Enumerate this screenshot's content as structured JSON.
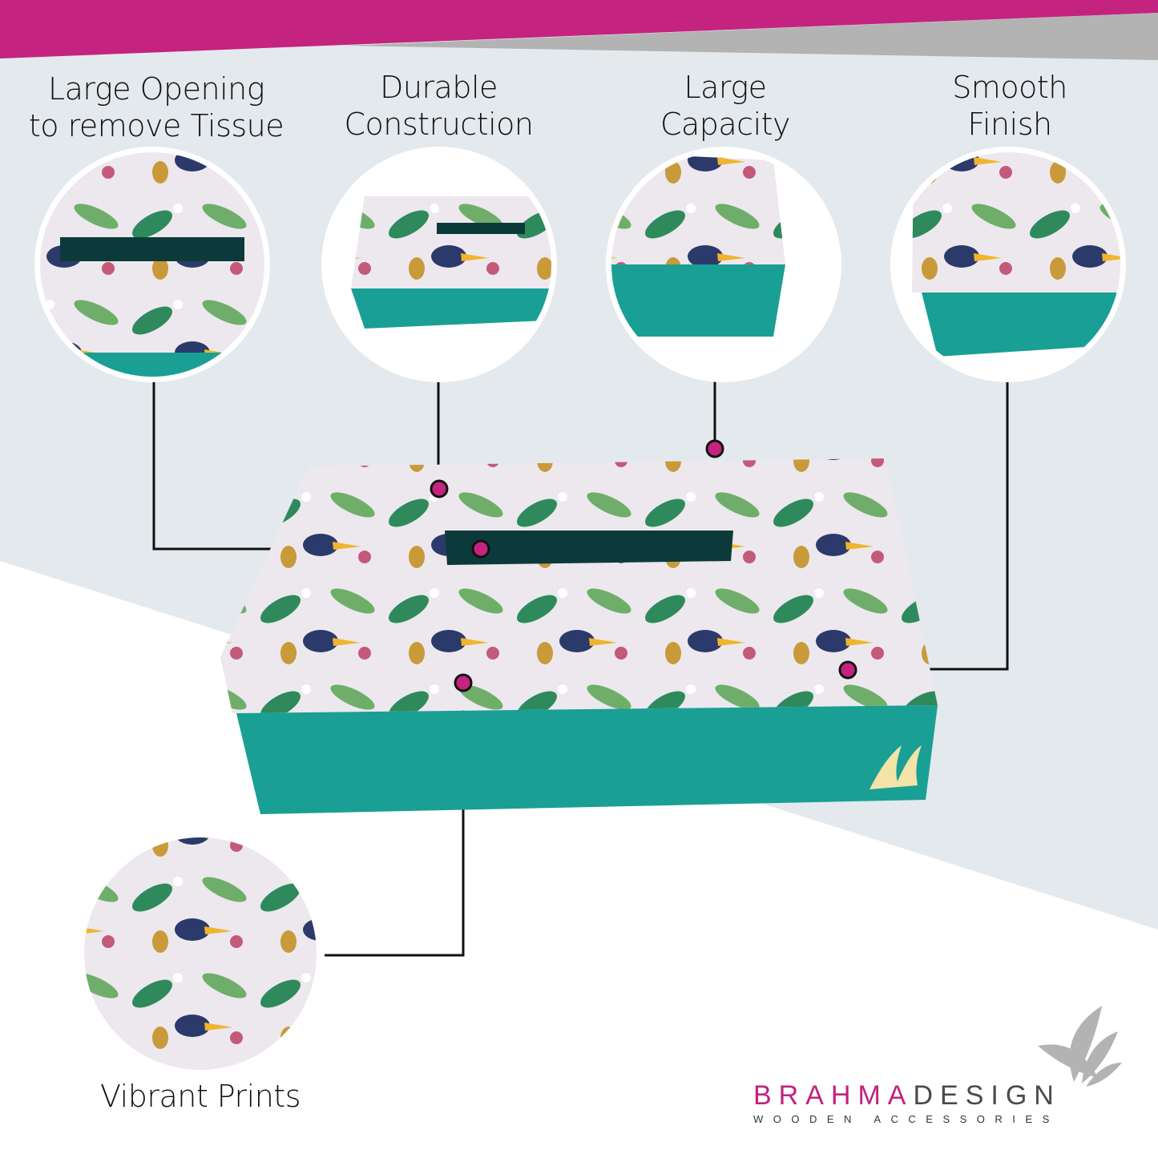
{
  "features": [
    {
      "label_line1": "Large Opening",
      "label_line2": "to remove Tissue"
    },
    {
      "label_line1": "Durable",
      "label_line2": "Construction"
    },
    {
      "label_line1": "Large",
      "label_line2": "Capacity"
    },
    {
      "label_line1": "Smooth",
      "label_line2": "Finish"
    },
    {
      "label_line1": "Vibrant Prints"
    }
  ],
  "brand": {
    "name_part1": "BRAHMA",
    "name_part2": "DESIGN",
    "tagline": "WOODEN ACCESSORIES"
  },
  "colors": {
    "accent": "#c4237f",
    "teal": "#1a9f95",
    "background": "#e4e9ed",
    "gray_band": "#b3b3b3"
  }
}
